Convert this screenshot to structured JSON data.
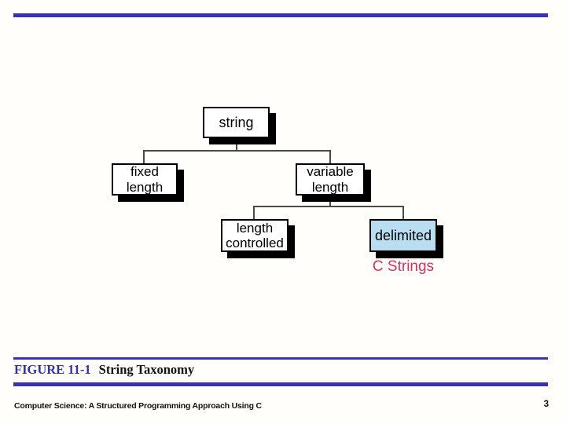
{
  "slide": {
    "figure_label": "FIGURE 11-1",
    "figure_title": "String Taxonomy",
    "footer": "Computer Science: A Structured Programming Approach Using C",
    "page_number": "3"
  },
  "diagram": {
    "type": "tree",
    "nodes": {
      "string": "string",
      "fixed_length": "fixed\nlength",
      "variable_length": "variable\nlength",
      "length_controlled": "length\ncontrolled",
      "delimited": "delimited"
    },
    "edges": [
      [
        "string",
        "fixed_length"
      ],
      [
        "string",
        "variable_length"
      ],
      [
        "variable_length",
        "length_controlled"
      ],
      [
        "variable_length",
        "delimited"
      ]
    ],
    "annotation": "C Strings",
    "highlighted_node": "delimited"
  },
  "colors": {
    "accent_bar": "#3634b4",
    "figure_label_color": "#333399",
    "highlight_fill": "#b9ddf1",
    "annotation_color": "#cc3366"
  }
}
